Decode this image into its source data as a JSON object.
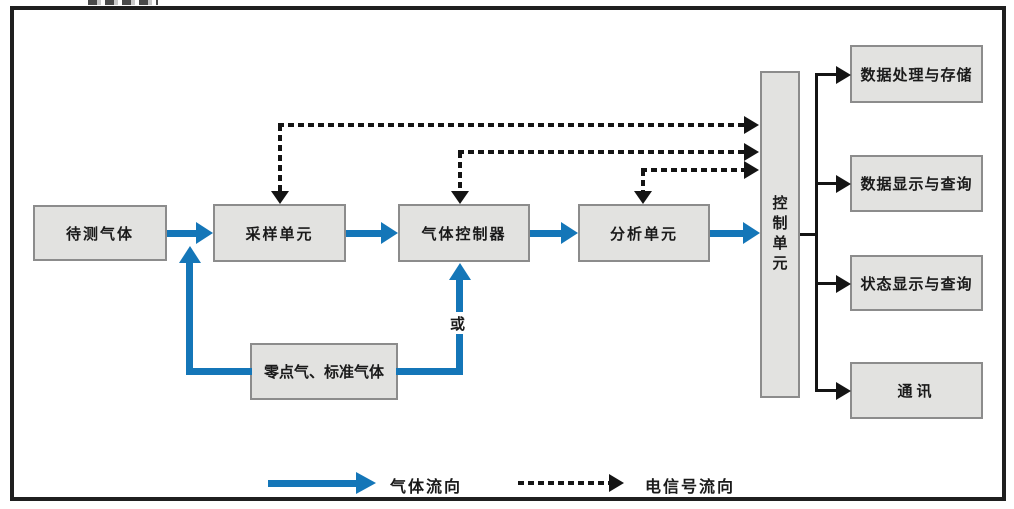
{
  "boxes": {
    "sample_gas": "待测气体",
    "sampling_unit": "采样单元",
    "gas_controller": "气体控制器",
    "analysis_unit": "分析单元",
    "control_unit": "控制单元",
    "zero_standard_gas": "零点气、标准气体",
    "data_processing_storage": "数据处理与存储",
    "data_display_query": "数据显示与查询",
    "status_display_query": "状态显示与查询",
    "communication": "通讯"
  },
  "labels": {
    "or": "或"
  },
  "legend": {
    "gas_flow": "气体流向",
    "signal_flow": "电信号流向"
  },
  "colors": {
    "gas_flow_blue": "#1476b8",
    "signal_black": "#141414",
    "box_fill": "#e2e2e0",
    "box_border": "#8c8c8c"
  }
}
